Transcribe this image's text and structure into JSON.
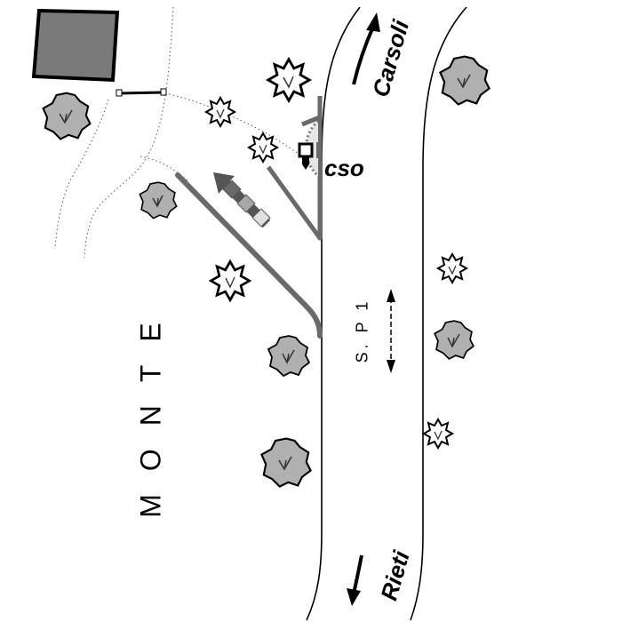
{
  "labels": {
    "carsoli": "Carsoli",
    "rieti": "Rieti",
    "cso": "cso",
    "road": "S. P 1",
    "monte": "MONTE"
  },
  "colors": {
    "building_fill": "#7a7a7a",
    "tree_fill": "#b0b0b0",
    "barrier": "#6a6a6a",
    "road_edge": "#000000",
    "lookout_fill": "#e6e6e6"
  },
  "icons": {
    "building": "building-icon",
    "tree": "tree-icon",
    "shrub": "shrub-icon",
    "gate": "gate-icon",
    "marker": "location-marker-icon",
    "direction": "direction-arrow-icon",
    "entry": "entry-arrow-icon"
  }
}
